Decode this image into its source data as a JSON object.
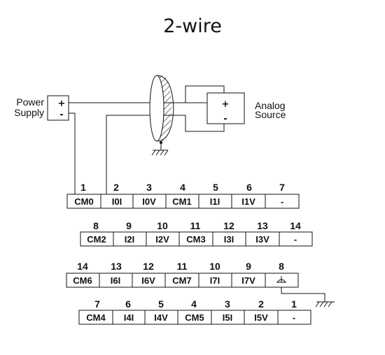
{
  "title": "2-wire",
  "power_supply": {
    "line1": "Power",
    "line2": "Supply",
    "plus": "+",
    "minus": "-"
  },
  "analog_source": {
    "line1": "Analog",
    "line2": "Source",
    "plus": "+",
    "minus": "-"
  },
  "terminal_rows": [
    {
      "numbers": [
        "1",
        "2",
        "3",
        "4",
        "5",
        "6",
        "7"
      ],
      "cells": [
        "CM0",
        "I0I",
        "I0V",
        "CM1",
        "I1I",
        "I1V",
        "-"
      ]
    },
    {
      "numbers": [
        "8",
        "9",
        "10",
        "11",
        "12",
        "13",
        "14"
      ],
      "cells": [
        "CM2",
        "I2I",
        "I2V",
        "CM3",
        "I3I",
        "I3V",
        "-"
      ]
    },
    {
      "numbers": [
        "14",
        "13",
        "12",
        "11",
        "10",
        "9",
        "8"
      ],
      "cells": [
        "CM6",
        "I6I",
        "I6V",
        "CM7",
        "I7I",
        "I7V",
        ""
      ],
      "ground_icon": "ground-symbol-icon"
    },
    {
      "numbers": [
        "7",
        "6",
        "5",
        "4",
        "3",
        "2",
        "1"
      ],
      "cells": [
        "CM4",
        "I4I",
        "I4V",
        "CM5",
        "I5I",
        "I5V",
        "-"
      ]
    }
  ]
}
